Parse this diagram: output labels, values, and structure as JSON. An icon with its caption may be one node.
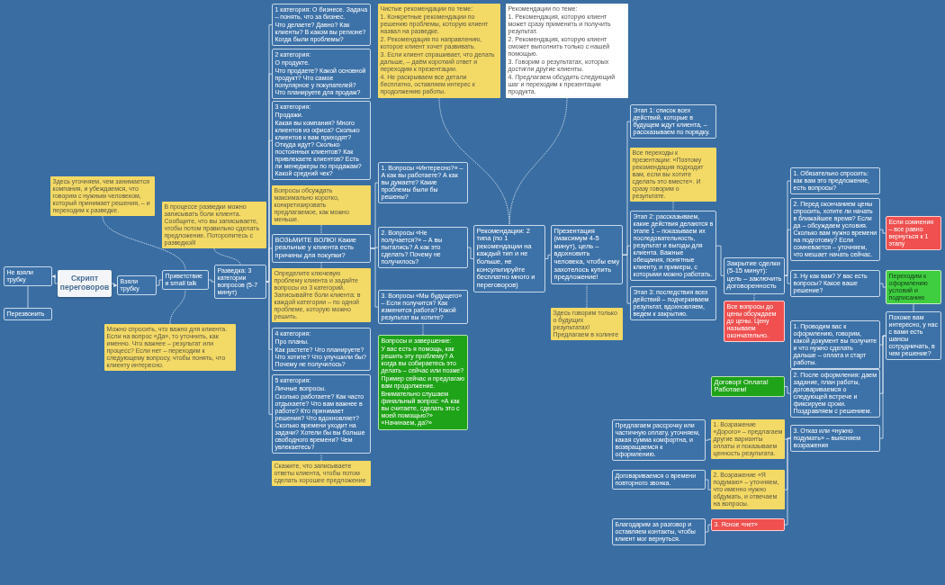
{
  "diagram": {
    "nodes": [
      {
        "text": [
          "Перезвонить"
        ]
      },
      {
        "text": [
          "Не взяли трубку"
        ]
      },
      {
        "text": [
          "Скрипт переговоров"
        ]
      },
      {
        "text": [
          "Взяли трубку"
        ]
      },
      {
        "text": [
          "Приветствие и small talk"
        ]
      },
      {
        "text": [
          "Разведка: 3 категории вопросов (5-7 минут)"
        ]
      },
      {
        "text": [
          "В процессе разведки можно записывать боли клиента. Сообщите, что вы записываете, чтобы потом правильно сделать предложение. Поторопитесь с разведкой!"
        ]
      },
      {
        "text": [
          "Здесь уточняем, чем занимается компания, и убеждаемся, что говорим с нужным человеком, который принимает решения, – и переходим к разведке."
        ]
      },
      {
        "text": [
          "Можно спросить, что важно для клиента. Если на вопрос «Да», то уточнить, как именно. Что важнее – результат или процесс? Если нет – переходим к следующему вопросу, чтобы понять, что клиенту интересно."
        ]
      },
      {
        "text": [
          "1 категория: О бизнесе. Задача – понять, что за бизнес.",
          "Что делаете? Давно? Как клиенты? В каком вы регионе? Когда были проблемы?"
        ]
      },
      {
        "text": [
          "2 категория:",
          "О продукте.",
          "Что продаете? Какой основной продукт? Что самое популярное у покупателей? Что планируете для продаж?"
        ]
      },
      {
        "text": [
          "3 категория:",
          "Продажи.",
          "Какая вы компания? Много клиентов из офиса? Сколько клиентов к вам приходят? Откуда идут? Сколько постоянных клиентов? Как привлекаете клиентов? Есть ли менеджеры по продажам? Какой средний чек?"
        ]
      },
      {
        "text": [
          "4 категория:",
          "Про планы.",
          "Как растете? Что планируете? Что хотите? Что улучшили бы? Почему не получилось?"
        ]
      },
      {
        "text": [
          "5 категория:",
          "Личные вопросы.",
          "Сколько работаете? Как часто отдыхаете? Что вам важнее в работе? Кто принимает решения? Что вдохновляет? Сколько времени уходит на задачи? Хотели бы вы больше свободного времени? Чем увлекаетесь?"
        ]
      },
      {
        "text": [
          "Скажите, что записываете ответы клиента, чтобы потом сделать хорошее предложение"
        ]
      },
      {
        "text": [
          "ВОЗЬМИТЕ ВОЛЮ! Какие реальные у клиента есть причины для покупки?"
        ]
      },
      {
        "text": [
          "Вопросы обсуждать максимально коротко, конкретизировать предлагаемое, как можно меньше."
        ]
      },
      {
        "text": [
          "Определите ключевую проблему клиента и задайте вопросы из 3 категорий. Записывайте боли клиента: в каждой категории – по одной проблеме, которую можно решить."
        ]
      },
      {
        "text": [
          "1. Вопросы «Интересно?» – А как вы работаете? А как вы думаете? Какие проблемы были бы решены?"
        ]
      },
      {
        "text": [
          "2. Вопросы «Не получается?» – А вы пытались? А как это сделать? Почему не получилось?"
        ]
      },
      {
        "text": [
          "3. Вопросы «Мы будущего» – Если получится? Как изменится работа? Какой результат вы хотите?"
        ]
      },
      {
        "text": [
          "Вопросы и завершение:",
          "У вас есть я помощь, как решить эту проблему? А когда вы собираетесь это делать – сейчас или позже?",
          "Пример сейчас и предлагаю вам продолжение.",
          "Внимательно слушаем финальный вопрос: «А как вы считаете, сделать это с моей помощью?» «Начинаем, да?»"
        ]
      },
      {
        "text": [
          "Рекомендации: 2 типа (по 1 рекомендации на каждый тип и не больше, не консультируйте бесплатно много и переговоров)"
        ]
      },
      {
        "text": [
          "Чистые рекомендации по теме:",
          "1. Конкретные рекомендации по решению проблемы, которую клиент назвал на разведке.",
          "2. Рекомендация по направлению, которое клиент хочет развивать.",
          "3. Если клиент спрашивает, что делать дальше, – даём короткий ответ и переходим к презентации.",
          "4. Не раскрываем все детали бесплатно, оставляем интерес к продолжению работы."
        ]
      },
      {
        "text": [
          "Рекомендации по теме:",
          "1. Рекомендация, которую клиент может сразу применить и получить результат.",
          "2. Рекомендация, которую клиент сможет выполнить только с нашей помощью.",
          "3. Говорим о результатах, которых достигли другие клиенты.",
          "4. Предлагаем обсудить следующий шаг и переходим к презентации продукта."
        ]
      },
      {
        "text": [
          "Презентация (максимум 4-5 минут), цель – вдохновить человека, чтобы ему захотелось купить предложение!"
        ]
      },
      {
        "text": [
          "Здесь говорим только о будущих результатах! Предлагаем в холинге"
        ]
      },
      {
        "text": [
          "Этап 1: список всех действий, которые в будущем ждут клиента, – рассказываем по порядку."
        ]
      },
      {
        "text": [
          "Все переходы к презентации: «Поэтому рекомендация подходит вам, если вы хотите сделать это вместе». И сразу говорим о результате."
        ]
      },
      {
        "text": [
          "Этап 2: рассказываем, какие действия делаются в этапе 1 – показываем их последовательность, результат и выгоды для клиента. Важные обещания, понятные клиенту, и примеры, с которыми можно работать."
        ]
      },
      {
        "text": [
          "Этап 3: последствия всех действий – подчеркиваем результат, вдохновляем, ведем к закрытию."
        ]
      },
      {
        "text": [
          "Закрытие сделки (5-15 минут): цель – заключить договоренность"
        ]
      },
      {
        "text": [
          "Все вопросы до цены обсуждаем до цены. Цену называем окончательно."
        ]
      },
      {
        "text": [
          "1. Обязательно спросить: как вам это предложение, есть вопросы?"
        ]
      },
      {
        "text": [
          "2. Перед окончанием цены спросить, хотите ли начать в ближайшее время? Если да – обсуждаем условия. Сколько вам нужно времени на подготовку? Если сомневается – уточняем, что мешает начать сейчас."
        ]
      },
      {
        "text": [
          "Если сомнения – все равно вернуться к 1 этапу"
        ]
      },
      {
        "text": [
          "3. Ну как вам? У вас есть вопросы? Какое ваше решение?"
        ]
      },
      {
        "text": [
          "Переходим к оформлению условий и подписанию"
        ]
      },
      {
        "text": [
          "Похоже вам интересно, у нас с вами есть шансы сотрудничать, в чем решение?"
        ]
      },
      {
        "text": [
          "1. Проводим вас к оформлению, говорим, какой документ вы получите и что нужно сделать дальше – оплата и старт работы."
        ]
      },
      {
        "text": [
          "2. После оформления: даем задание, план работы, договариваемся о следующей встрече и фиксируем сроки. Поздравляем с решением."
        ]
      },
      {
        "text": [
          "Договор! Оплата! Работаем!"
        ]
      },
      {
        "text": [
          "3. Отказ или «нужно подумать» – выясняем возражения"
        ]
      },
      {
        "text": [
          "1. Возражение «Дорого» – предлагаем другие варианты оплаты и показываем ценность результата."
        ]
      },
      {
        "text": [
          "Предлагаем рассрочку или частичную оплату, уточняем, какая сумма комфортна, и возвращаемся к оформлению."
        ]
      },
      {
        "text": [
          "2. Возражение «Я подумаю» – уточняем, что именно нужно обдумать, и отвечаем на вопросы."
        ]
      },
      {
        "text": [
          "Договариваемся о времени повторного звонка."
        ]
      },
      {
        "text": [
          "3. Ясное «нет»"
        ]
      },
      {
        "text": [
          "Благодарим за разговор и оставляем контакты, чтобы клиент мог вернуться."
        ]
      }
    ],
    "edges": [
      {
        "from": 2,
        "to": 1,
        "arrow": "to"
      },
      {
        "from": 1,
        "to": 0,
        "arrow": "none"
      },
      {
        "from": 2,
        "to": 3,
        "arrow": "to"
      },
      {
        "from": 3,
        "to": 4,
        "arrow": "none"
      },
      {
        "from": 4,
        "to": 5,
        "arrow": "none"
      },
      {
        "from": 5,
        "to": 9,
        "arrow": "none"
      },
      {
        "from": 5,
        "to": 10,
        "arrow": "none"
      },
      {
        "from": 5,
        "to": 11,
        "arrow": "none"
      },
      {
        "from": 5,
        "to": 12,
        "arrow": "none"
      },
      {
        "from": 5,
        "to": 13,
        "arrow": "none"
      },
      {
        "from": 5,
        "to": 15,
        "arrow": "none"
      },
      {
        "from": 15,
        "to": 18,
        "arrow": "none"
      },
      {
        "from": 15,
        "to": 19,
        "arrow": "none"
      },
      {
        "from": 15,
        "to": 20,
        "arrow": "none"
      },
      {
        "from": 19,
        "to": 22,
        "arrow": "none"
      },
      {
        "from": 22,
        "to": 25,
        "arrow": "none"
      },
      {
        "from": 25,
        "to": 27,
        "arrow": "none"
      },
      {
        "from": 25,
        "to": 29,
        "arrow": "none"
      },
      {
        "from": 25,
        "to": 30,
        "arrow": "none"
      },
      {
        "from": 29,
        "to": 31,
        "arrow": "none"
      },
      {
        "from": 31,
        "to": 33,
        "arrow": "none"
      },
      {
        "from": 31,
        "to": 34,
        "arrow": "none"
      },
      {
        "from": 31,
        "to": 36,
        "arrow": "none"
      },
      {
        "from": 34,
        "to": 35,
        "arrow": "none"
      },
      {
        "from": 36,
        "to": 37,
        "arrow": "none"
      },
      {
        "from": 37,
        "to": 38,
        "arrow": "none"
      },
      {
        "from": 38,
        "to": 39,
        "arrow": "none"
      },
      {
        "from": 38,
        "to": 40,
        "arrow": "none"
      },
      {
        "from": 38,
        "to": 42,
        "arrow": "none"
      },
      {
        "from": 40,
        "to": 41,
        "arrow": "none"
      },
      {
        "from": 42,
        "to": 43,
        "arrow": "none"
      },
      {
        "from": 42,
        "to": 45,
        "arrow": "none"
      },
      {
        "from": 42,
        "to": 47,
        "arrow": "none"
      },
      {
        "from": 43,
        "to": 44,
        "arrow": "none"
      },
      {
        "from": 45,
        "to": 46,
        "arrow": "none"
      },
      {
        "from": 47,
        "to": 48,
        "arrow": "none"
      },
      {
        "from": 6,
        "to": 5,
        "arrow": "none",
        "style": "dashed"
      },
      {
        "from": 7,
        "to": 4,
        "arrow": "none",
        "style": "dashed"
      },
      {
        "from": 8,
        "to": 4,
        "arrow": "none",
        "style": "dashed"
      },
      {
        "from": 14,
        "to": 13,
        "arrow": "none",
        "style": "dashed"
      },
      {
        "from": 16,
        "to": 15,
        "arrow": "none",
        "style": "dashed"
      },
      {
        "from": 17,
        "to": 15,
        "arrow": "none",
        "style": "dashed"
      },
      {
        "from": 21,
        "to": 20,
        "arrow": "none",
        "style": "dashed"
      },
      {
        "from": 23,
        "to": 22,
        "arrow": "none",
        "style": "dashed"
      },
      {
        "from": 24,
        "to": 22,
        "arrow": "none",
        "style": "dashed"
      },
      {
        "from": 26,
        "to": 25,
        "arrow": "none",
        "style": "dashed"
      },
      {
        "from": 28,
        "to": 29,
        "arrow": "none",
        "style": "dashed"
      },
      {
        "from": 32,
        "to": 31,
        "arrow": "none",
        "style": "dashed"
      }
    ]
  }
}
